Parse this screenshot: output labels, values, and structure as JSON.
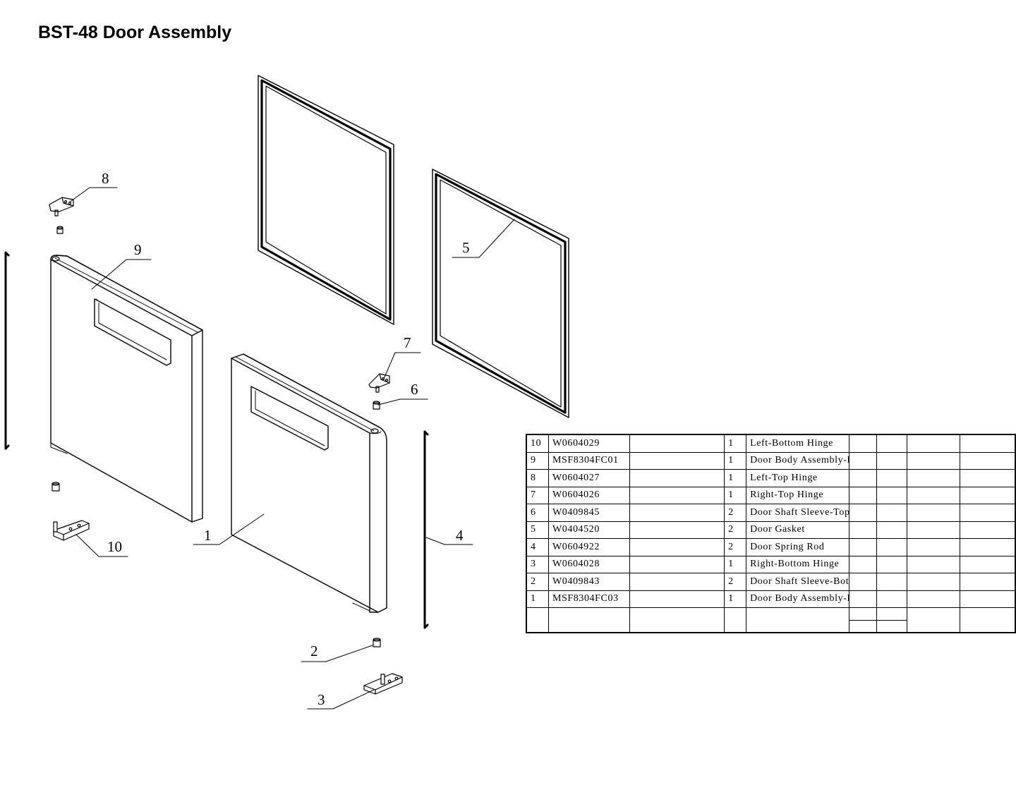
{
  "title": "BST-48 Door Assembly",
  "callouts": [
    "1",
    "2",
    "3",
    "4",
    "5",
    "6",
    "7",
    "8",
    "9",
    "10"
  ],
  "bom": {
    "rows": [
      {
        "no": "10",
        "code": "W0604029",
        "qty": "1",
        "name": "Left-Bottom Hinge"
      },
      {
        "no": "9",
        "code": "MSF8304FC01",
        "qty": "1",
        "name": "Door Body Assembly-Left"
      },
      {
        "no": "8",
        "code": "W0604027",
        "qty": "1",
        "name": "Left-Top Hinge"
      },
      {
        "no": "7",
        "code": "W0604026",
        "qty": "1",
        "name": "Right-Top Hinge"
      },
      {
        "no": "6",
        "code": "W0409845",
        "qty": "2",
        "name": "Door Shaft Sleeve-Top"
      },
      {
        "no": "5",
        "code": "W0404520",
        "qty": "2",
        "name": "Door Gasket"
      },
      {
        "no": "4",
        "code": "W0604922",
        "qty": "2",
        "name": "Door Spring Rod"
      },
      {
        "no": "3",
        "code": "W0604028",
        "qty": "1",
        "name": "Right-Bottom Hinge"
      },
      {
        "no": "2",
        "code": "W0409843",
        "qty": "2",
        "name": "Door Shaft Sleeve-Bottom"
      },
      {
        "no": "1",
        "code": "MSF8304FC03",
        "qty": "1",
        "name": "Door Body Assembly-Right"
      }
    ]
  }
}
